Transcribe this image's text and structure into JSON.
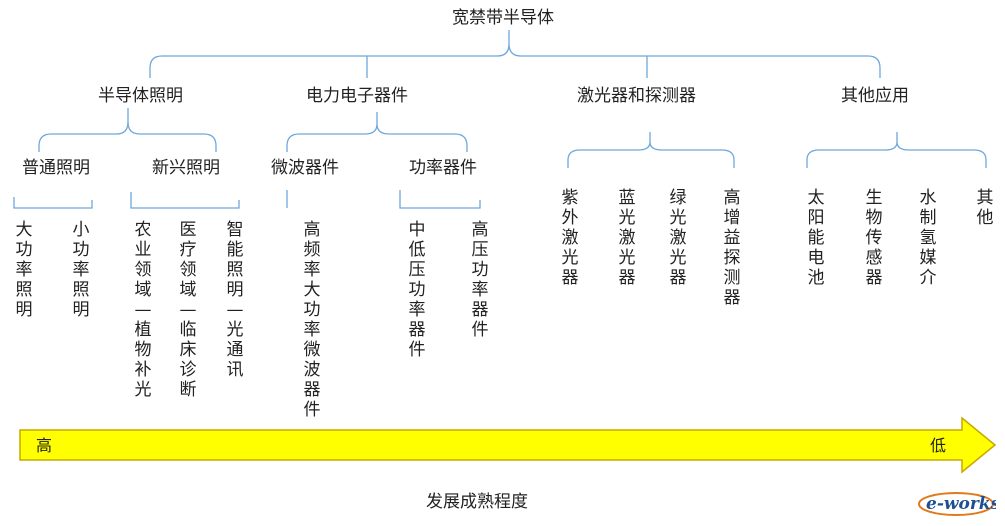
{
  "root": "宽禁带半导体",
  "categories": [
    {
      "label": "半导体照明"
    },
    {
      "label": "电力电子器件"
    },
    {
      "label": "激光器和探测器"
    },
    {
      "label": "其他应用"
    }
  ],
  "subcategories": {
    "lighting": [
      "普通照明",
      "新兴照明"
    ],
    "power": [
      "微波器件",
      "功率器件"
    ]
  },
  "leaves": {
    "general_lighting": [
      "大功率照明",
      "小功率照明"
    ],
    "emerging_lighting": [
      "农业领域—植物补光",
      "医疗领域—临床诊断",
      "智能照明—光通讯"
    ],
    "microwave": [
      "高频率大功率微波器件"
    ],
    "power_device": [
      "中低压功率器件",
      "高压功率器件"
    ],
    "laser_detector": [
      "紫外激光器",
      "蓝光激光器",
      "绿光激光器",
      "高增益探测器"
    ],
    "other": [
      "太阳能电池",
      "生物传感器",
      "水制氢媒介",
      "其他"
    ]
  },
  "arrow": {
    "high": "高",
    "low": "低",
    "caption": "发展成熟程度",
    "fill": "#ffff00",
    "stroke": "#c8a800"
  },
  "colors": {
    "bracket": "#6fa8dc"
  },
  "watermark": "e-works"
}
